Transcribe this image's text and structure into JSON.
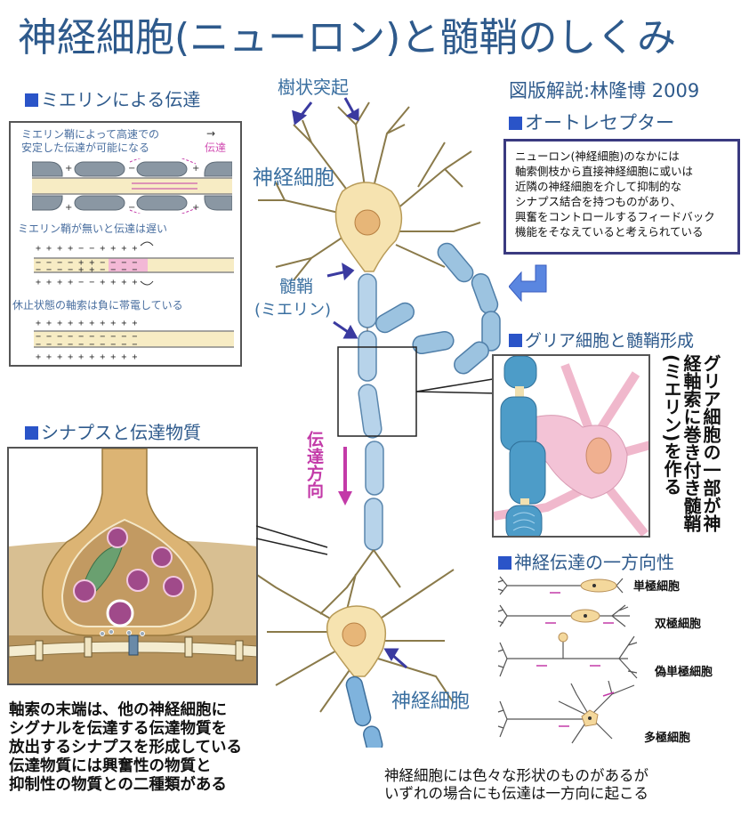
{
  "title": "神経細胞(ニューロン)と髄鞘のしくみ",
  "credit": "図版解説:林隆博 2009",
  "colors": {
    "heading_blue": "#2e5a8c",
    "square_bullet": "#2a54c8",
    "myelin_blue": "#9cc3e0",
    "soma_yellow": "#f6e3b0",
    "direction_pink": "#c33aa8",
    "glia_pink": "#f3c3d6"
  },
  "sections": {
    "myelin_conduction": {
      "heading": "ミエリンによる伝達",
      "caption_1": [
        "ミエリン鞘によって高速での",
        "安定した伝達が可能になる"
      ],
      "legend_arrow": "→",
      "legend_label": "伝達",
      "caption_2": "ミエリン鞘が無いと伝達は遅い",
      "caption_3": "休止状態の軸索は負に帯電している"
    },
    "autoreceptor": {
      "heading": "オートレセプター",
      "body": [
        "ニューロン(神経細胞)のなかには",
        "軸索側枝から直接神経細胞に或いは",
        "近隣の神経細胞を介して抑制的な",
        "シナプス結合を持つものがあり、",
        "興奮をコントロールするフィードバック",
        "機能をそなえていると考えられている"
      ]
    },
    "glia": {
      "heading": "グリア細胞と髄鞘形成",
      "vertical_text": "グリア細胞の一部が神経軸索に巻き付き髄鞘(ミエリン)を作る"
    },
    "synapse": {
      "heading": "シナプスと伝達物質",
      "body": [
        "軸索の末端は、他の神経細胞に",
        "シグナルを伝達する伝達物質を",
        "放出するシナプスを形成している",
        "伝達物質には興奮性の物質と",
        "抑制性の物質との二種類がある"
      ]
    },
    "one_way": {
      "heading": "神経伝達の一方向性",
      "cell_types": [
        "単極細胞",
        "双極細胞",
        "偽単極細胞",
        "多極細胞"
      ],
      "body": [
        "神経細胞には色々な形状のものがあるが",
        "いずれの場合にも伝達は一方向に起こる"
      ]
    }
  },
  "neuron_labels": {
    "dendrite": "樹状突起",
    "neuron_top": "神経細胞",
    "myelin": "髄鞘",
    "myelin_paren": "(ミエリン)",
    "direction": "伝達方向",
    "neuron_bottom": "神経細胞"
  }
}
